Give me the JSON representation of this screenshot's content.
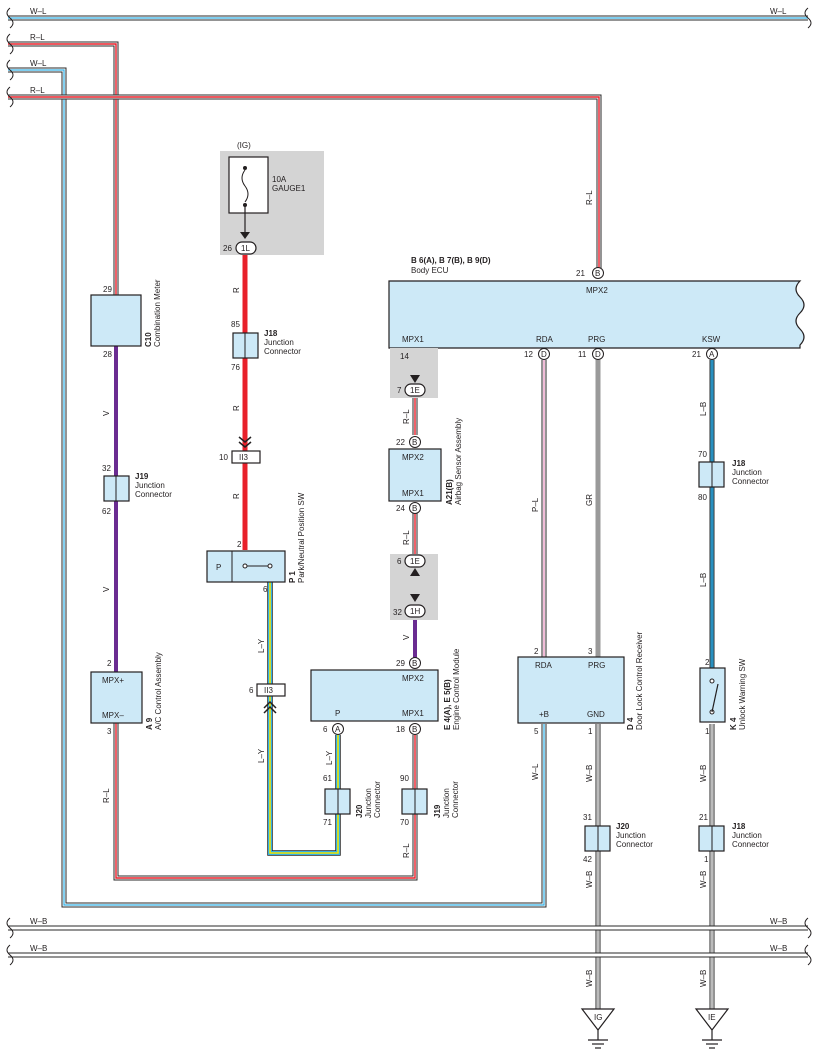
{
  "buses": {
    "top_wl_left": "W–L",
    "top_wl_right": "W–L",
    "rl_1": "R–L",
    "wl_2": "W–L",
    "rl_2": "R–L",
    "bot_wb1_left": "W–B",
    "bot_wb1_right": "W–B",
    "bot_wb2_left": "W–B",
    "bot_wb2_right": "W–B"
  },
  "fuse": {
    "supply": "(IG)",
    "rating": "10A",
    "name": "GAUGE1",
    "pin": "26",
    "conn": "1L"
  },
  "combination_meter": {
    "code": "C10",
    "name": "Combination Meter",
    "pin_top": "29",
    "pin_bottom": "28"
  },
  "j19_upper": {
    "code": "J19",
    "line1": "Junction",
    "line2": "Connector",
    "pin_top": "32",
    "pin_bottom": "62"
  },
  "ac_control": {
    "code": "A 9",
    "name": "A/C Control Assembly",
    "pin_top": "2",
    "pin_bottom": "3",
    "term_top": "MPX+",
    "term_bottom": "MPX–"
  },
  "j18_upper": {
    "code": "J18",
    "line1": "Junction",
    "line2": "Connector",
    "pin_top": "85",
    "pin_bottom": "76"
  },
  "ii3_upper": {
    "pin": "10",
    "conn": "II3"
  },
  "pnp_switch": {
    "code": "P 1",
    "name": "Park/Neutral Position SW",
    "term": "P",
    "pin_top": "2",
    "pin_bottom": "6"
  },
  "ii3_lower": {
    "pin": "6",
    "conn": "II3"
  },
  "j20_middle": {
    "code": "J20",
    "line1": "Junction",
    "line2": "Connector",
    "pin_top": "61",
    "pin_bottom": "71"
  },
  "ecm": {
    "code": "E 4(A), E 5(B)",
    "name": "Engine Control Module",
    "term_top": "MPX2",
    "term_p": "P",
    "term_mpx1": "MPX1",
    "pin_top": "29",
    "pin_top_conn": "B",
    "pin_p": "6",
    "pin_p_conn": "A",
    "pin_mpx1": "18",
    "pin_mpx1_conn": "B"
  },
  "j19_lower": {
    "code": "J19",
    "line1": "Junction",
    "line2": "Connector",
    "pin_top": "90",
    "pin_bottom": "70"
  },
  "body_ecu": {
    "codes": "B 6(A), B 7(B), B 9(D)",
    "name": "Body ECU",
    "term_mpx2": "MPX2",
    "term_mpx1": "MPX1",
    "term_rda": "RDA",
    "term_prg": "PRG",
    "term_ksw": "KSW",
    "pin_mpx2": "21",
    "pin_mpx2_conn": "B",
    "pin_rda": "12",
    "pin_rda_conn": "D",
    "pin_prg": "11",
    "pin_prg_conn": "D",
    "pin_ksw": "21",
    "pin_ksw_conn": "A"
  },
  "ic_1e_top": {
    "pin_a": "14",
    "pin_b": "7",
    "conn": "1E"
  },
  "airbag": {
    "code": "A21(B)",
    "name": "Airbag Sensor Assembly",
    "term_top": "MPX2",
    "term_bottom": "MPX1",
    "pin_top": "22",
    "pin_top_conn": "B",
    "pin_bottom": "24",
    "pin_bottom_conn": "B"
  },
  "ic_1e_1h": {
    "pin_a": "6",
    "conn_a": "1E",
    "pin_b": "32",
    "conn_b": "1H"
  },
  "door_lock": {
    "code": "D 4",
    "name": "Door Lock Control Receiver",
    "term_rda": "RDA",
    "term_prg": "PRG",
    "term_b": "+B",
    "term_gnd": "GND",
    "pin_rda": "2",
    "pin_prg": "3",
    "pin_b": "5",
    "pin_gnd": "1"
  },
  "j18_right": {
    "code": "J18",
    "line1": "Junction",
    "line2": "Connector",
    "pin_top": "70",
    "pin_bottom": "80"
  },
  "unlock_sw": {
    "code": "K 4",
    "name": "Unlock Warning SW",
    "pin_top": "2",
    "pin_bottom": "1"
  },
  "j20_bottom": {
    "code": "J20",
    "line1": "Junction",
    "line2": "Connector",
    "pin_top": "31",
    "pin_bottom": "42"
  },
  "j18_bottom": {
    "code": "J18",
    "line1": "Junction",
    "line2": "Connector",
    "pin_top": "21",
    "pin_bottom": "1"
  },
  "grounds": {
    "g1": "IG",
    "g2": "IE"
  },
  "wire_labels": {
    "r": "R",
    "v": "V",
    "rl": "R–L",
    "ly": "L–Y",
    "pl": "P–L",
    "gr": "GR",
    "lb": "L–B",
    "wl": "W–L",
    "wb": "W–B"
  },
  "colors": {
    "red": "#e8202a",
    "purple": "#6a2c91",
    "sky": "#33b0e5",
    "yellow": "#f3e600",
    "pink": "#e9a0c8",
    "gray": "#9a9a9a",
    "component_fill": "#cde9f7",
    "shade": "#d4d4d4"
  }
}
